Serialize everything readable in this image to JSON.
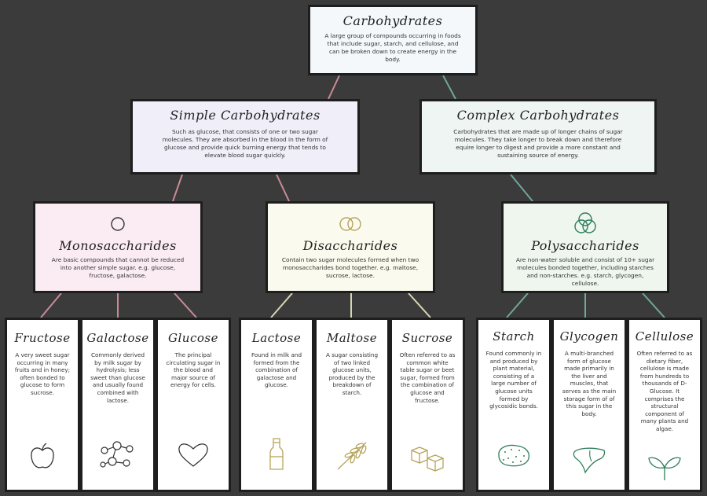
{
  "top": {
    "title": "Carbohydrates",
    "desc": "A large group of compounds occurring in foods that include sugar, starch, and cellulose, and can be broken down to create energy in the body."
  },
  "simple": {
    "title": "Simple Carbohydrates",
    "desc": "Such as glucose, that consists of one or two sugar molecules. They are absorbed in the blood in the form of glucose and provide quick burning energy that tends to elevate blood sugar quickly."
  },
  "complex": {
    "title": "Complex Carbohydrates",
    "desc": "Carbohydrates that are made up of longer chains of sugar molecules. They take longer to break down and therefore equire longer to digest and provide a more constant and sustaining source of energy."
  },
  "mono": {
    "title": "Monosaccharides",
    "desc": "Are basic compounds that cannot be reduced into another simple sugar. e.g. glucose, fructose, galactose."
  },
  "di": {
    "title": "Disaccharides",
    "desc": "Contain two sugar molecules formed when two monosaccharides bond together. e.g. maltose, sucrose, lactose."
  },
  "poly": {
    "title": "Polysaccharides",
    "desc": "Are non-water soluble and consist of 10+ sugar molecules bonded together, including starches and non-starches. e.g. starch, glycogen, cellulose."
  },
  "leaves": {
    "fructose": {
      "title": "Fructose",
      "desc": "A very sweet sugar occurring in many fruits and in honey; often bonded to glucose to form sucrose."
    },
    "galactose": {
      "title": "Galactose",
      "desc": "Commonly derived by milk sugar by hydrolysis; less sweet than glucose and usually found combined with lactose."
    },
    "glucose": {
      "title": "Glucose",
      "desc": "The principal circulating sugar in the blood and major source of energy for cells."
    },
    "lactose": {
      "title": "Lactose",
      "desc": "Found in milk and formed from the combination of galactose and glucose."
    },
    "maltose": {
      "title": "Maltose",
      "desc": "A sugar consisting of two linked glucose units, produced by the breakdown of starch."
    },
    "sucrose": {
      "title": "Sucrose",
      "desc": "Often referred to as common white table sugar or beet sugar, formed from the combination of glucose and fructose."
    },
    "starch": {
      "title": "Starch",
      "desc": "Found commonly in and produced by plant material, consisting of a large number of glucose units formed by glycosidic bonds."
    },
    "glycogen": {
      "title": "Glycogen",
      "desc": "A multi-branched form of glucose made primarily in the liver and muscles, that serves as the main storage form of of this sugar in the body."
    },
    "cellulose": {
      "title": "Cellulose",
      "desc": "Often referred to as dietary fiber, cellulose is made from hundreds to thousands of D-Glucose. It comprises the structural component of many plants and algae."
    }
  },
  "colors": {
    "simple_line": "#c98b96",
    "complex_line": "#6fa79a",
    "di_line": "#d8d6b4",
    "icon_stroke": "#333333",
    "di_icon": "#b6a45a",
    "poly_icon": "#2f7d5a"
  },
  "icons": {
    "mono": "single-circle-icon",
    "di": "double-circle-icon",
    "poly": "triple-circle-icon",
    "fructose": "apple-icon",
    "galactose": "molecule-icon",
    "glucose": "heart-icon",
    "lactose": "milk-bottle-icon",
    "maltose": "wheat-icon",
    "sucrose": "sugar-cubes-icon",
    "starch": "potato-icon",
    "glycogen": "liver-icon",
    "cellulose": "leaf-sprout-icon"
  }
}
